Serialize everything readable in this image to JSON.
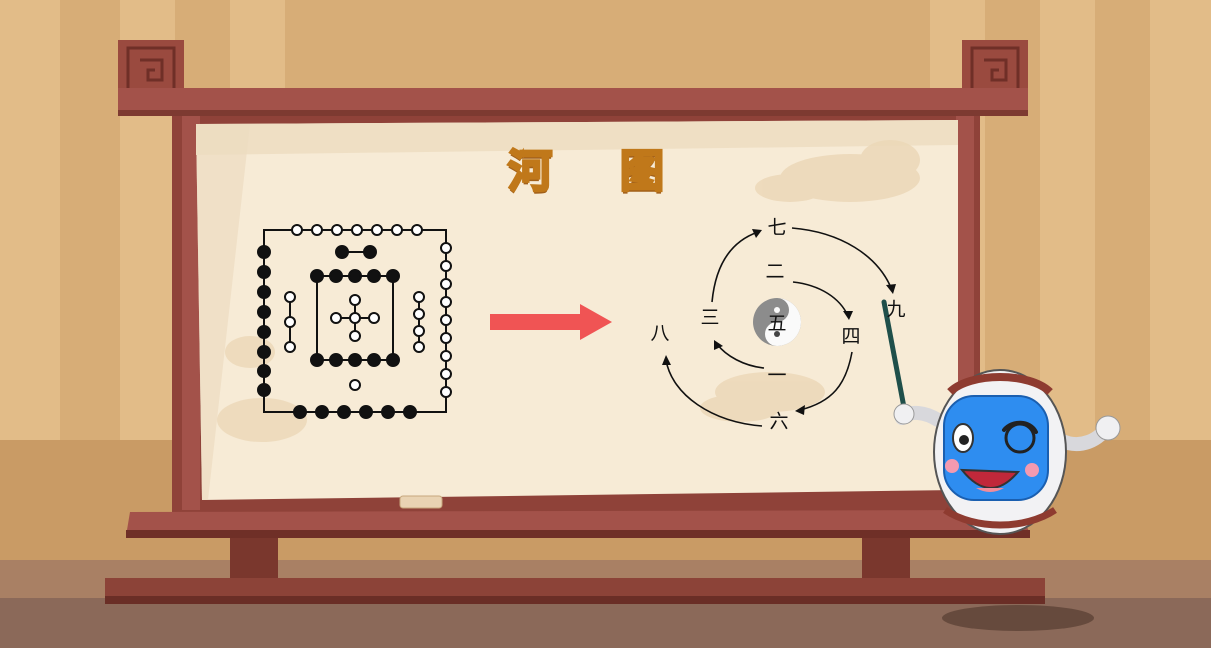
{
  "title": {
    "char1": "河",
    "char2": "图"
  },
  "luoshu_labels": {
    "one": "一",
    "two": "二",
    "three": "三",
    "four": "四",
    "five": "五",
    "six": "六",
    "seven": "七",
    "eight": "八",
    "nine": "九"
  },
  "colors": {
    "wall": "#d9b07a",
    "board_frame": "#9a4a3f",
    "board_surface": "#f6ead5",
    "arrow": "#f05454",
    "floor": "#8d6a5a"
  }
}
